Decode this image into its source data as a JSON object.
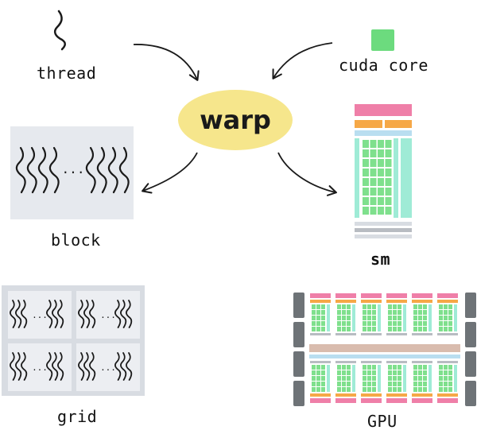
{
  "labels": {
    "thread": "thread",
    "cuda_core": "cuda core",
    "warp": "warp",
    "block": "block",
    "sm": "sm",
    "grid": "grid",
    "gpu": "GPU"
  },
  "block_ellipsis": "...",
  "grid_ellipsis": "...",
  "colors": {
    "warp_fill": "#F6E68C",
    "cuda_core": "#6CDB7E",
    "block_bg": "#E6E9EE",
    "grid_bg": "#D8DCE2",
    "sm_pink": "#EF7FA8",
    "sm_orange": "#F6A847",
    "sm_blue": "#B9DEF0",
    "sm_green": "#7FE08D",
    "sm_teal": "#9FEBD6",
    "gpu_side": "#6E7377",
    "gpu_bar": "#D9BCAE"
  }
}
